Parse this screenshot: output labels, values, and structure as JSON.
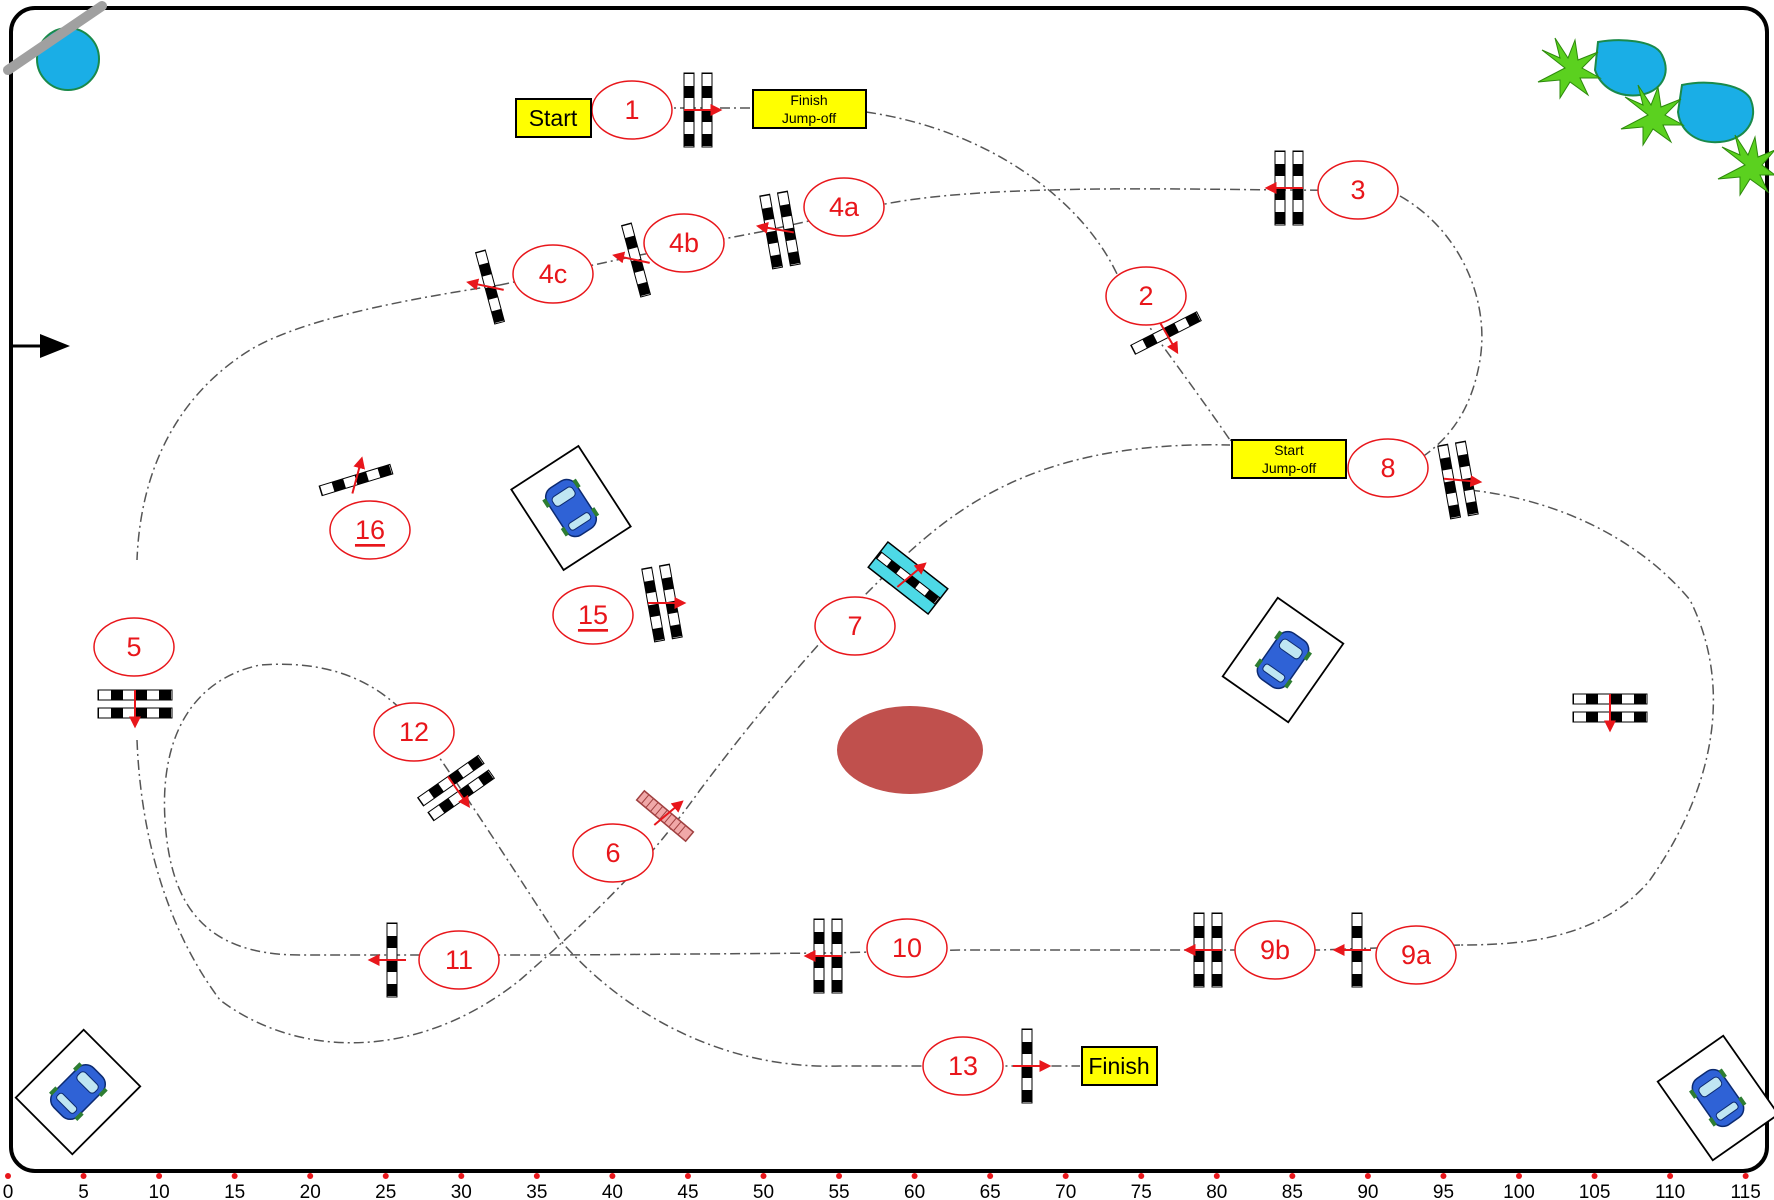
{
  "markers": {
    "start": "Start",
    "finish": "Finish",
    "start_jumpoff": [
      "Start",
      "Jump-off"
    ],
    "finish_jumpoff": [
      "Finish",
      "Jump-off"
    ]
  },
  "obstacles": [
    {
      "id": "1",
      "underline": false
    },
    {
      "id": "2",
      "underline": false
    },
    {
      "id": "3",
      "underline": false
    },
    {
      "id": "4a",
      "underline": false
    },
    {
      "id": "4b",
      "underline": false
    },
    {
      "id": "4c",
      "underline": false
    },
    {
      "id": "5",
      "underline": false
    },
    {
      "id": "6",
      "underline": false
    },
    {
      "id": "7",
      "underline": false
    },
    {
      "id": "8",
      "underline": false
    },
    {
      "id": "9a",
      "underline": false
    },
    {
      "id": "9b",
      "underline": false
    },
    {
      "id": "10",
      "underline": false
    },
    {
      "id": "11",
      "underline": false
    },
    {
      "id": "12",
      "underline": false
    },
    {
      "id": "13",
      "underline": false
    },
    {
      "id": "15",
      "underline": true
    },
    {
      "id": "16",
      "underline": true
    }
  ],
  "scale": {
    "ticks": [
      "0",
      "5",
      "10",
      "15",
      "20",
      "25",
      "30",
      "35",
      "40",
      "45",
      "50",
      "55",
      "60",
      "65",
      "70",
      "75",
      "80",
      "85",
      "90",
      "95",
      "100",
      "105",
      "110",
      "115"
    ]
  },
  "colors": {
    "label": "#e8161b",
    "marker_fill": "#ffff00",
    "water": "#1aaee6",
    "pond": "#c0504d",
    "water_jump": "#4dd9e6",
    "rail_pink": "#f0a8a8",
    "plants": "#5bd11f",
    "car_box": "#ffffff",
    "car_body": "#2f62d6"
  },
  "icons": [
    "car-icon",
    "plant-icon",
    "water-icon",
    "entry-arrow-icon"
  ]
}
